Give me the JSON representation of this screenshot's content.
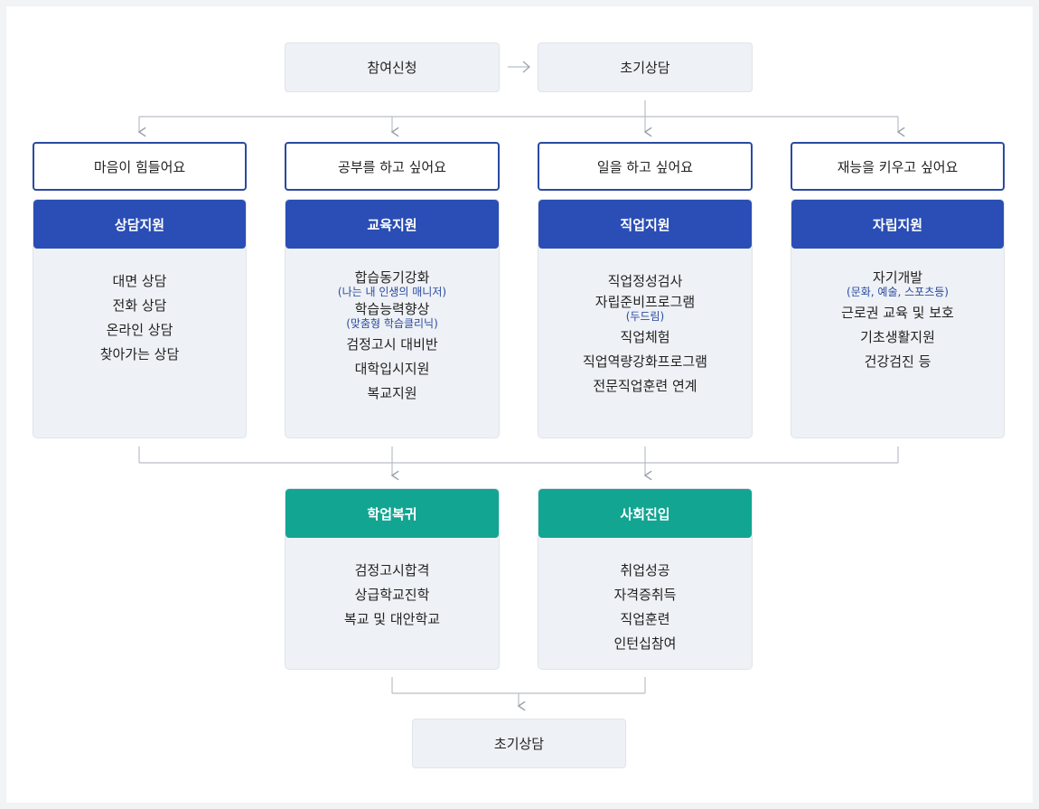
{
  "top": {
    "apply": "참여신청",
    "initial": "초기상담"
  },
  "needs": [
    "마음이 힘들어요",
    "공부를 하고 싶어요",
    "일을 하고 싶어요",
    "재능을 키우고 싶어요"
  ],
  "supports": [
    {
      "title": "상담지원",
      "items": [
        {
          "text": "대면 상담"
        },
        {
          "text": "전화 상담"
        },
        {
          "text": "온라인 상담"
        },
        {
          "text": "찾아가는 상담"
        }
      ]
    },
    {
      "title": "교육지원",
      "items": [
        {
          "text": "합습동기강화",
          "sub": "(나는 내 인생의 매니저)"
        },
        {
          "text": "학습능력향상",
          "sub": "(맞춤형 학습클리닉)"
        },
        {
          "text": "검정고시 대비반"
        },
        {
          "text": "대학입시지원"
        },
        {
          "text": "복교지원"
        }
      ]
    },
    {
      "title": "직업지원",
      "items": [
        {
          "text": "직업정성검사"
        },
        {
          "text": "자립준비프로그램",
          "sub": "(두드림)"
        },
        {
          "text": "직업체험"
        },
        {
          "text": "직업역량강화프로그램"
        },
        {
          "text": "전문직업훈련 연계"
        }
      ]
    },
    {
      "title": "자립지원",
      "items": [
        {
          "text": "자기개발",
          "sub": "(문화, 예술, 스포츠등)"
        },
        {
          "text": "근로권 교육 및 보호"
        },
        {
          "text": "기초생활지원"
        },
        {
          "text": "건강검진 등"
        }
      ]
    }
  ],
  "outcomes": [
    {
      "title": "학업복귀",
      "items": [
        {
          "text": "검정고시합격"
        },
        {
          "text": "상급학교진학"
        },
        {
          "text": "복교 및 대안학교"
        }
      ]
    },
    {
      "title": "사회진입",
      "items": [
        {
          "text": "취업성공"
        },
        {
          "text": "자격증취득"
        },
        {
          "text": "직업훈련"
        },
        {
          "text": "인턴십참여"
        }
      ]
    }
  ],
  "bottom": {
    "initial": "초기상담"
  },
  "colors": {
    "blue": "#2a4eb5",
    "teal": "#12a592",
    "gray_box": "#eef1f5",
    "line": "#b9bec6"
  }
}
